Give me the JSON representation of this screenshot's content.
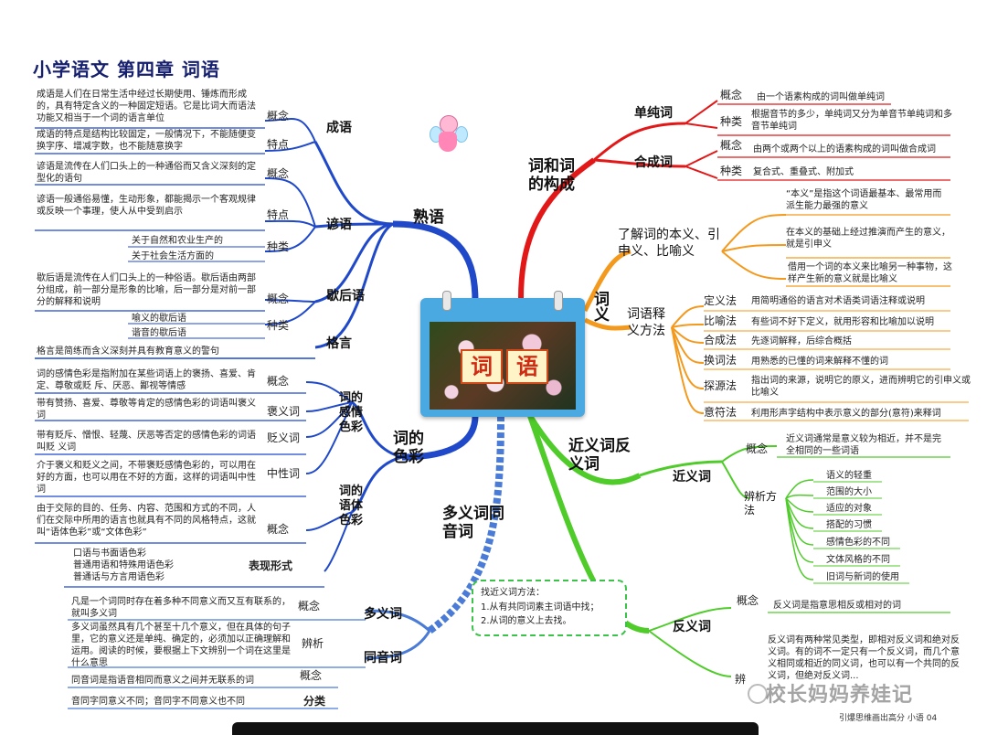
{
  "title": "小学语文 第四章 词语",
  "center": {
    "word1": "词",
    "word2": "语"
  },
  "branches": {
    "shuyu": {
      "label": "熟语",
      "chengyu": {
        "label": "成语",
        "concept_label": "概念",
        "concept": "成语是人们在日常生活中经过长期使用、锤炼而形成的，具有特定含义的一种固定短语。它是比词大而语法功能又相当于一个词的语言单位",
        "feature_label": "特点",
        "feature": "成语的特点是结构比较固定，一般情况下，不能随便变换字序、增减字数，也不能随意换字"
      },
      "yanyu": {
        "label": "谚语",
        "concept_label": "概念",
        "concept": "谚语是流传在人们口头上的一种通俗而又含义深刻的定型化的语句",
        "feature_label": "特点",
        "feature": "谚语一般通俗易懂，生动形象，都能揭示一个客观规律或反映一个事理，使人从中受到启示",
        "types_label": "种类",
        "types": [
          "关于自然和农业生产的",
          "关于社会生活方面的"
        ]
      },
      "xiehouyu": {
        "label": "歇后语",
        "concept_label": "概念",
        "concept": "歇后语是流传在人们口头上的一种俗语。歇后语由两部分组成，前一部分是形象的比喻，后一部分是对前一部分的解释和说明",
        "types_label": "种类",
        "types": [
          "喻义的歇后语",
          "谐音的歇后语"
        ]
      },
      "geyan": {
        "label": "格言",
        "concept": "格言是简练而含义深刻并具有教育意义的警句"
      }
    },
    "secai": {
      "label": "词的色彩",
      "ganqing": {
        "label": "词的感情色彩",
        "concept_label": "概念",
        "concept": "词的感情色彩是指附加在某些词语上的褒扬、喜爱、肯定、尊敬或贬 斥、厌恶、鄙视等情感",
        "bao_label": "褒义词",
        "bao": "带有赞扬、喜爱、尊敬等肯定的感情色彩的词语叫褒义词",
        "bian_label": "贬义词",
        "bian": "带有贬斥、憎恨、轻蔑、厌恶等否定的感情色彩的词语叫贬 义词",
        "zhong_label": "中性词",
        "zhong": "介于褒义和贬义之间，不带褒贬感情色彩的，可以用在好的方面，也可以用在不好的方面，这样的词语叫中性词"
      },
      "yuti": {
        "label": "词的语体色彩",
        "concept_label": "概念",
        "concept": "由于交际的目的、任务、内容、范围和方式的不同，人们在交际中所用的语言也就具有不同的风格特点，这就叫“语体色彩”或“文体色彩”",
        "forms_label": "表现形式",
        "forms": [
          "口语与书面语色彩",
          "普通用语和特殊用语色彩",
          "普通话与方言用语色彩"
        ]
      }
    },
    "duoyi": {
      "label": "多义词同音词",
      "duoyici": {
        "label": "多义词",
        "concept_label": "概念",
        "concept": "凡是一个词同时存在着多种不同意义而又互有联系的，就叫多义词",
        "distinguish_label": "辨析",
        "distinguish": "多义词虽然具有几个甚至十几个意义，但在具体的句子里，它的意义还是单纯、确定的，必须加以正确理解和运用。阅读的时候，要根据上下文辨别一个词在这里是什么意思"
      },
      "tongyinci": {
        "label": "同音词",
        "concept_label": "概念",
        "concept": "同音词是指语音相同而意义之间并无联系的词",
        "class_label": "分类",
        "class": "音同字同意义不同；音同字不同意义也不同"
      }
    },
    "goucheng": {
      "label": "词和词的构成",
      "danchun": {
        "label": "单纯词",
        "concept_label": "概念",
        "concept": "由一个语素构成的词叫做单纯词",
        "types_label": "种类",
        "types": "根据音节的多少，单纯词又分为单音节单纯词和多音节单纯词"
      },
      "hecheng": {
        "label": "合成词",
        "concept_label": "概念",
        "concept": "由两个或两个以上的语素构成的词叫做合成词",
        "types_label": "种类",
        "types": "复合式、重叠式、附加式"
      }
    },
    "ciyi": {
      "label": "词义",
      "meaning": {
        "label": "了解词的本义、引申义、比喻义",
        "items": [
          "“本义”是指这个词语最基本、最常用而派生能力最强的意义",
          "在本义的基础上经过推演而产生的意义，就是引申义",
          "借用一个词的本义来比喻另一种事物，这样产生新的意义就是比喻义"
        ]
      },
      "methods": {
        "label": "词语释义方法",
        "items": [
          {
            "name": "定义法",
            "desc": "用简明通俗的语言对术语类词语注释或说明"
          },
          {
            "name": "比喻法",
            "desc": "有些词不好下定义，就用形容和比喻加以说明"
          },
          {
            "name": "合成法",
            "desc": "先逐词解释，后综合概括"
          },
          {
            "name": "换词法",
            "desc": "用熟悉的已懂的词来解释不懂的词"
          },
          {
            "name": "探源法",
            "desc": "指出词的来源，说明它的原义，进而辨明它的引申义或比喻义"
          },
          {
            "name": "意符法",
            "desc": "利用形声字结构中表示意义的部分(意符)来释词"
          }
        ]
      }
    },
    "jinfan": {
      "label": "近义词反义词",
      "jinyi": {
        "label": "近义词",
        "concept_label": "概念",
        "concept": "近义词通常是意义较为相近，并不是完全相同的一些词语",
        "method_label": "辨析方法",
        "methods": [
          "语义的轻重",
          "范围的大小",
          "适应的对象",
          "搭配的习惯",
          "感情色彩的不同",
          "文体风格的不同",
          "旧词与新词的使用"
        ]
      },
      "fanyi": {
        "label": "反义词",
        "concept_label": "概念",
        "concept": "反义词是指意思相反或相对的词",
        "distinguish_label": "辨",
        "distinguish": "反义词有两种常见类型，即相对反义词和绝对反义词。有的词不一定只有一个反义词，而几个意义相同或相近的同义词，也可以有一个共同的反义词，但绝对反义词..."
      }
    },
    "tip": {
      "title": "找近义词方法：",
      "items": [
        "1.从有共同词素主词语中找；",
        "2.从词的意义上去找。"
      ]
    }
  },
  "watermark": "校长妈妈养娃记",
  "footer": "引爆思维画出高分  小语  04",
  "colors": {
    "title": "#16206e",
    "shuyu_branch": "#1f49c9",
    "secai_branch": "#1f49c9",
    "duoyi_branch": "#4a7bd6",
    "goucheng_branch": "#e21818",
    "ciyi_branch": "#f39a1e",
    "jinfan_branch": "#4fcb2a"
  }
}
